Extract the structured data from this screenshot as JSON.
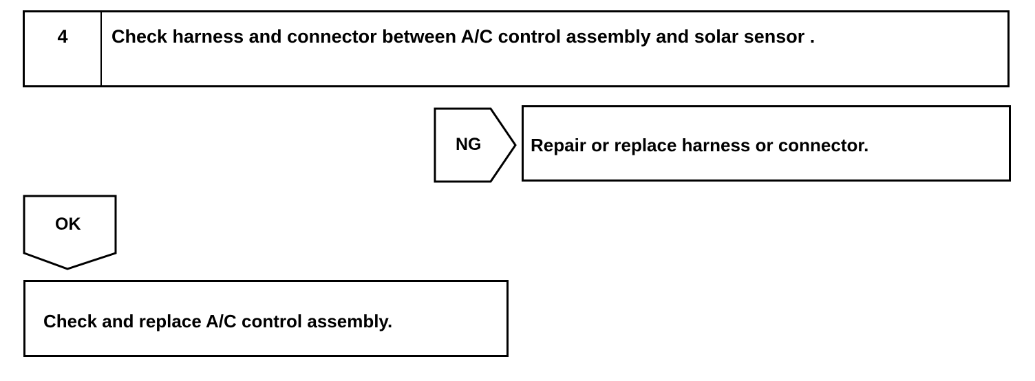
{
  "step": {
    "number": "4",
    "title": "Check harness and connector between A/C control assembly and solar sensor ."
  },
  "ng_branch": {
    "label": "NG",
    "action": "Repair or replace harness or connector."
  },
  "ok_branch": {
    "label": "OK",
    "action": "Check and replace A/C control assembly."
  }
}
